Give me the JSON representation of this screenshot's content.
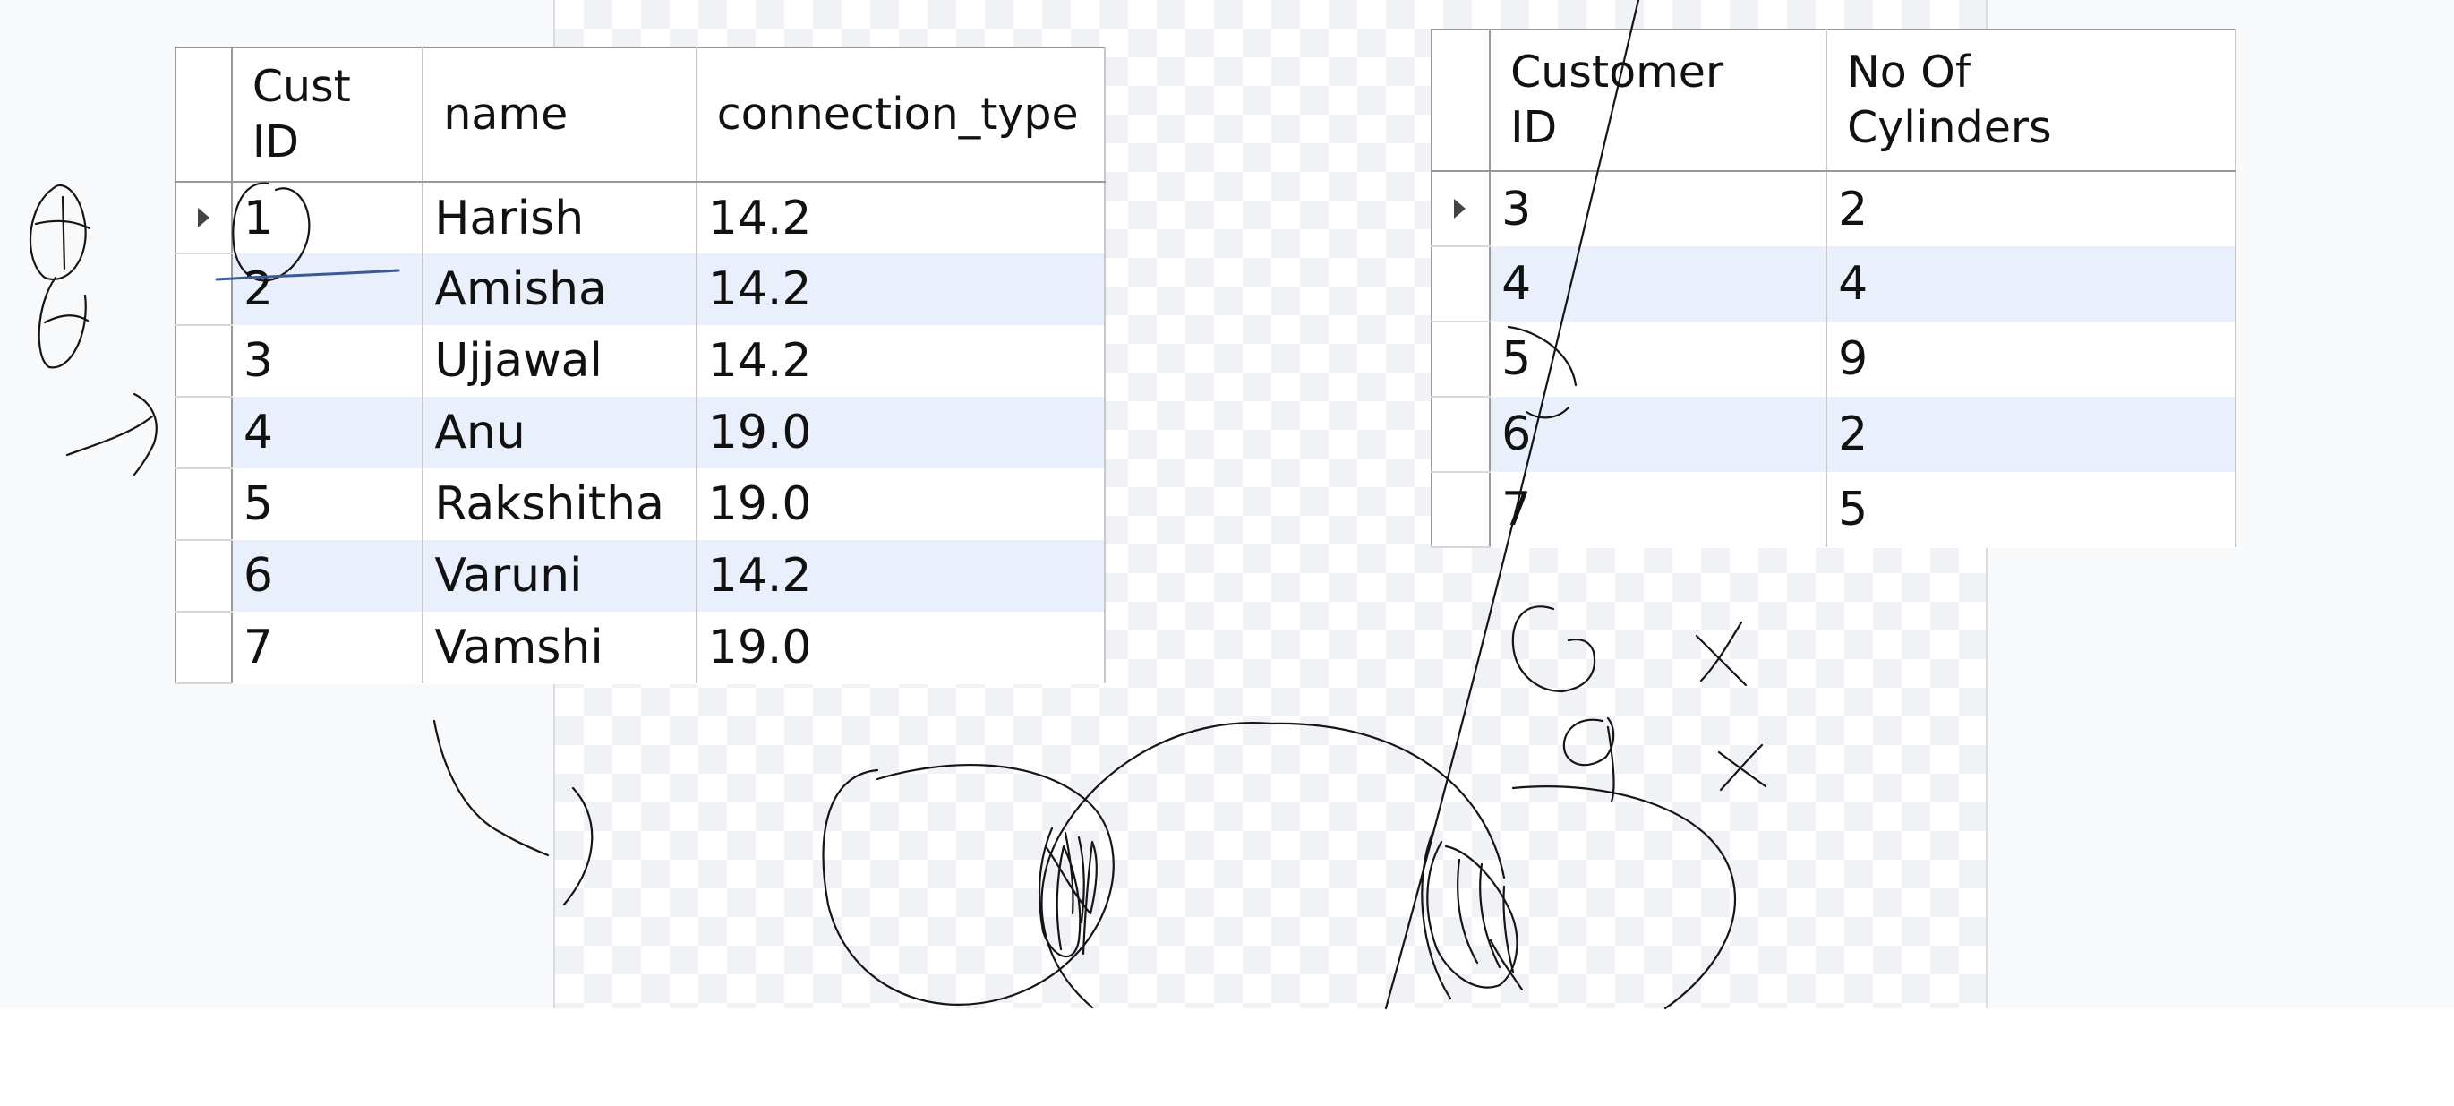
{
  "left_table": {
    "columns": [
      "Cust\nID",
      "name",
      "connection_type"
    ],
    "rows": [
      [
        "1",
        "Harish",
        "14.2"
      ],
      [
        "2",
        "Amisha",
        "14.2"
      ],
      [
        "3",
        "Ujjawal",
        "14.2"
      ],
      [
        "4",
        "Anu",
        "19.0"
      ],
      [
        "5",
        "Rakshitha",
        "19.0"
      ],
      [
        "6",
        "Varuni",
        "14.2"
      ],
      [
        "7",
        "Vamshi",
        "19.0"
      ]
    ],
    "current_row_index": 0
  },
  "right_table": {
    "columns": [
      "Customer\nID",
      "No Of\nCylinders"
    ],
    "rows": [
      [
        "3",
        "2"
      ],
      [
        "4",
        "4"
      ],
      [
        "5",
        "9"
      ],
      [
        "6",
        "2"
      ],
      [
        "7",
        "5"
      ]
    ],
    "current_row_index": 0
  },
  "colors": {
    "alt_row": "#e9f0fb",
    "grid_line": "#9a9a9a",
    "ink": "#151515",
    "highlight_ink": "#3a5a96"
  },
  "icons": [
    "current-row-arrow-icon"
  ]
}
